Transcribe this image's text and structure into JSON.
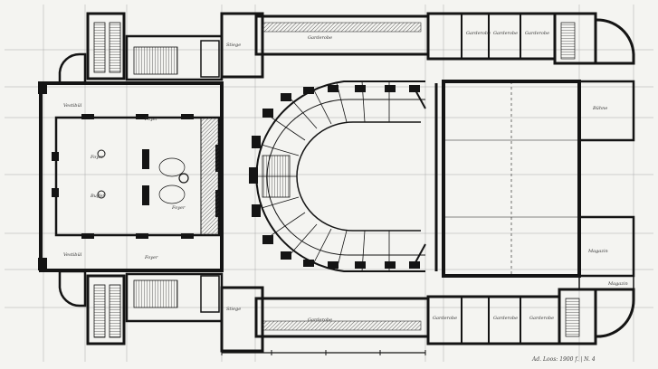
{
  "drawing": {
    "colors": {
      "ink": "#141414",
      "paper": "#f4f4f1",
      "hatch": "#3a3a3a",
      "faint": "#9a9a9a"
    },
    "labels": {
      "foyer_top": "Foyer",
      "foyer_bottom": "Foyer",
      "corridor_top_right": "Garderobe",
      "corridor_mid_right": "Garderobe",
      "garderobe_a": "Garderobe",
      "garderobe_b": "Garderobe",
      "garderobe_c": "Garderobe",
      "vestibule_top": "Vestibül",
      "vestibule_bottom": "Vestibül",
      "hall_top": "Foyer",
      "hall_mid": "Buffet",
      "hall_bottom": "Foyer",
      "stage_top_right": "Bühne",
      "stage_bottom_right": "Magazin",
      "store": "Magazin",
      "dressing_a": "Garderobe",
      "dressing_b": "Garderobe",
      "dressing_c": "Garderobe",
      "side_top": "Stiege",
      "side_bottom": "Stiege"
    },
    "signature": "Ad. Loos: 1900  f.  |  N. 4"
  }
}
